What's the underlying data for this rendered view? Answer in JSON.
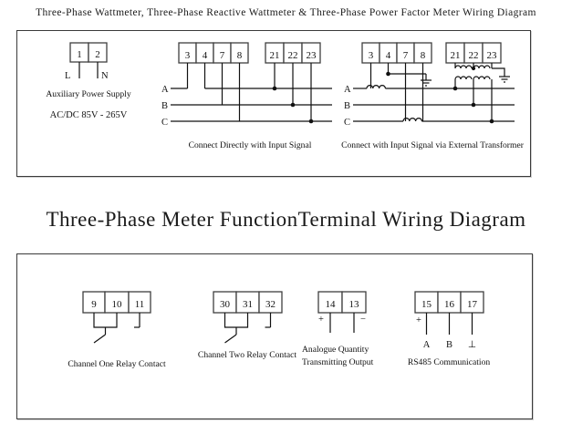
{
  "document": {
    "title_top": "Three-Phase Wattmeter, Three-Phase Reactive Wattmeter & Three-Phase Power Factor Meter Wiring Diagram",
    "title_bottom": "Three-Phase  Meter FunctionTerminal  Wiring  Diagram"
  },
  "top_panel": {
    "aux_supply": {
      "terminals": [
        "1",
        "2"
      ],
      "pin_labels": [
        "L",
        "N"
      ],
      "caption_line1": "Auxiliary Power Supply",
      "caption_line2": "AC/DC  85V - 265V"
    },
    "direct_connect": {
      "current_terminals": [
        "3",
        "4",
        "7",
        "8"
      ],
      "voltage_terminals": [
        "21",
        "22",
        "23"
      ],
      "phase_labels": [
        "A",
        "B",
        "C"
      ],
      "caption": "Connect Directly with Input Signal"
    },
    "transformer_connect": {
      "current_terminals": [
        "3",
        "4",
        "7",
        "8"
      ],
      "voltage_terminals": [
        "21",
        "22",
        "23"
      ],
      "phase_labels": [
        "A",
        "B",
        "C"
      ],
      "caption": "Connect with Input Signal via External Transformer"
    }
  },
  "bottom_panel": {
    "relay_one": {
      "terminals": [
        "9",
        "10",
        "11"
      ],
      "caption": "Channel One Relay Contact"
    },
    "relay_two": {
      "terminals": [
        "30",
        "31",
        "32"
      ],
      "caption": "Channel Two Relay Contact"
    },
    "analogue_output": {
      "terminals": [
        "14",
        "13"
      ],
      "polarity": [
        "+",
        "−"
      ],
      "caption_line1": "Analogue Quantity",
      "caption_line2": "Transmitting Output"
    },
    "rs485": {
      "terminals": [
        "15",
        "16",
        "17"
      ],
      "polarity": "+",
      "pin_labels": [
        "A",
        "B",
        "⊥"
      ],
      "caption": "RS485  Communication"
    }
  },
  "colors": {
    "line": "#111111",
    "panel_border": "#3a3a3a",
    "background": "#ffffff"
  }
}
